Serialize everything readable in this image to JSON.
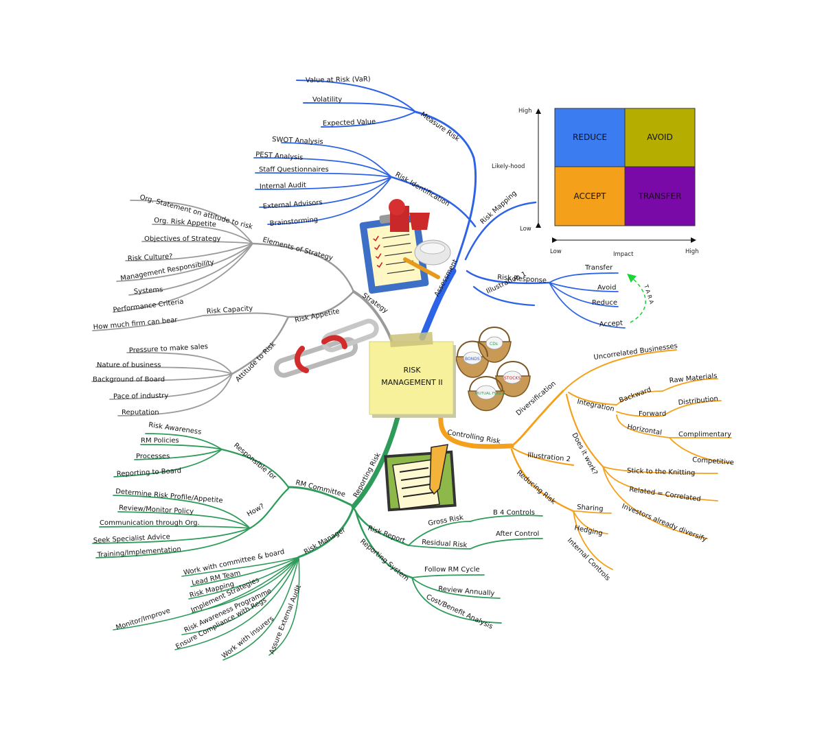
{
  "center": {
    "line1": "RISK",
    "line2": "MANAGEMENT II"
  },
  "colors": {
    "assessment": "#2d63e6",
    "strategy": "#9a9a9a",
    "controlling": "#f5a01a",
    "reporting": "#2e9b5a",
    "note": "#f6f19a"
  },
  "assessment": {
    "label": "Assessment",
    "measure_risk": {
      "label": "Measure Risk",
      "items": [
        "Value at Risk (VaR)",
        "Volatility",
        "Expected Value"
      ]
    },
    "risk_identification": {
      "label": "Risk Identification",
      "items": [
        "SWOT Analysis",
        "PEST Analysis",
        "Staff Questionnaires",
        "Internal Audit",
        "External Advisors",
        "Brainstorming"
      ]
    },
    "risk_mapping": {
      "label": "Risk Mapping"
    },
    "risk_response": {
      "label": "Risk Response",
      "items": [
        "Transfer",
        "Avoid",
        "Reduce",
        "Accept"
      ],
      "tara": "T A R A"
    },
    "illustration_1": "Illustration 1"
  },
  "matrix": {
    "cells": {
      "reduce": "REDUCE",
      "avoid": "AVOID",
      "accept": "ACCEPT",
      "transfer": "TRANSFER"
    },
    "cell_colors": {
      "reduce": "#3b7cf0",
      "avoid": "#b5ad00",
      "accept": "#f5a01a",
      "transfer": "#7a0aa8"
    },
    "y_axis": {
      "high": "High",
      "label": "Likely-hood",
      "low": "Low"
    },
    "x_axis": {
      "low": "Low",
      "label": "Impact",
      "high": "High"
    }
  },
  "strategy": {
    "label": "Strategy",
    "elements": {
      "label": "Elements of Strategy",
      "items": [
        "Org. Statement on attitude to risk",
        "Org. Risk Appetite",
        "Objectives of Strategy",
        "Risk Culture?",
        "Management Responsibility",
        "Systems",
        "Performance Criteria"
      ]
    },
    "risk_appetite": {
      "label": "Risk Appetite",
      "capacity": "Risk Capacity",
      "capacity_item": "How much firm can bear"
    },
    "attitude": {
      "label": "Attitude to Risk",
      "items": [
        "Pressure to make sales",
        "Nature of business",
        "Background of Board",
        "Pace of industry",
        "Reputation"
      ]
    }
  },
  "controlling": {
    "label": "Controlling Risk",
    "diversification": {
      "label": "Diversification",
      "uncorrelated": "Uncorrelated Businesses",
      "integration": {
        "label": "Integration",
        "backward": "Backward",
        "raw": "Raw Materials",
        "forward": "Forward",
        "distribution": "Distribution",
        "horizontal": "Horizontal",
        "complimentary": "Complimentary",
        "competitive": "Competitive"
      },
      "works": {
        "label": "Does it work?",
        "items": [
          "Stick to the Knitting",
          "Related = Correlated",
          "Investors already diversify"
        ]
      }
    },
    "illustration_2": "Illustration 2",
    "reducing": {
      "label": "Reducing Risk",
      "items": [
        "Sharing",
        "Hedging",
        "Internal Controls"
      ]
    }
  },
  "reporting": {
    "label": "Reporting Risk",
    "committee": {
      "label": "RM Committee",
      "responsible": {
        "label": "Responsible for",
        "items": [
          "Risk Awareness",
          "RM Policies",
          "Processes",
          "Reporting to Board"
        ]
      },
      "how": {
        "label": "How?",
        "items": [
          "Determine Risk Profile/Appetite",
          "Review/Monitor Policy",
          "Communication through Org.",
          "Seek Specialist Advice",
          "Training/Implementation"
        ]
      }
    },
    "manager": {
      "label": "Risk Manager",
      "items": [
        "Work with committee & board",
        "Lead RM Team",
        "Risk Mapping",
        "Implement Strategies",
        "Monitor/Improve",
        "Risk Awareness Programme",
        "Ensure Compliance with Regs",
        "Work with insurers",
        "Assure External Audit"
      ]
    },
    "report": {
      "label": "Risk Report",
      "gross": "Gross Risk",
      "b4": "B 4 Controls",
      "residual": "Residual Risk",
      "after": "After Control"
    },
    "system": {
      "label": "Reporting System",
      "items": [
        "Follow RM Cycle",
        "Review Annually",
        "Cost/Benefit Analysis"
      ]
    }
  },
  "icons": [
    "clipboard-checklist-icon",
    "fire-alarm-icon",
    "broken-chain-icon",
    "investment-baskets-icon",
    "document-pen-icon"
  ],
  "basket_labels": [
    "CDs",
    "BONDS",
    "STOCKS",
    "MUTUAL FUNDS"
  ]
}
